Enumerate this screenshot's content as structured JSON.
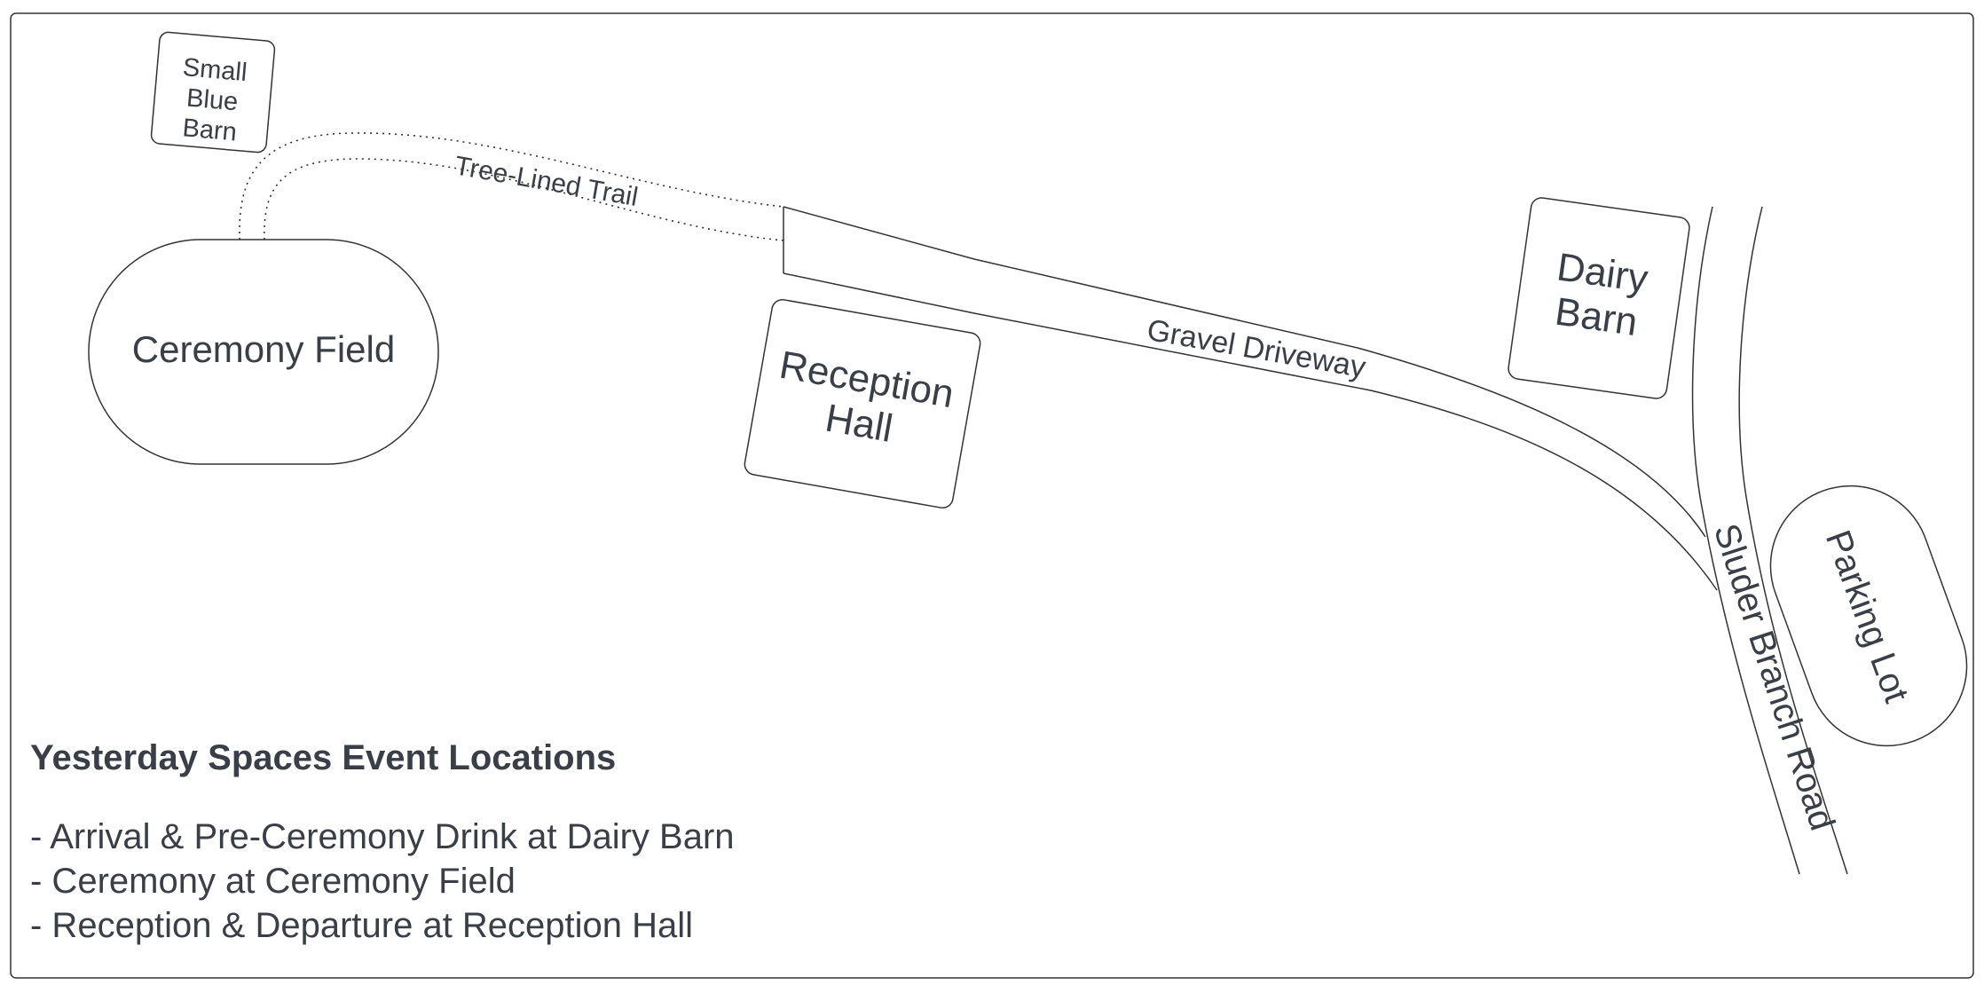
{
  "map": {
    "places": {
      "small_blue_barn": [
        "Small",
        "Blue",
        "Barn"
      ],
      "ceremony_field": "Ceremony Field",
      "reception_hall": [
        "Reception",
        "Hall"
      ],
      "dairy_barn": [
        "Dairy",
        "Barn"
      ],
      "parking_lot": "Parking Lot"
    },
    "roads": {
      "tree_lined_trail": "Tree-Lined Trail",
      "gravel_driveway": "Gravel Driveway",
      "sluder_branch_road": "Sluder Branch Road"
    }
  },
  "legend": {
    "title": "Yesterday Spaces Event Locations",
    "items": [
      "- Arrival & Pre-Ceremony Drink at Dairy Barn",
      "- Ceremony at Ceremony Field",
      "- Reception & Departure at Reception Hall"
    ]
  },
  "colors": {
    "stroke": "#333333",
    "text": "#3a3f47",
    "background": "#ffffff"
  }
}
